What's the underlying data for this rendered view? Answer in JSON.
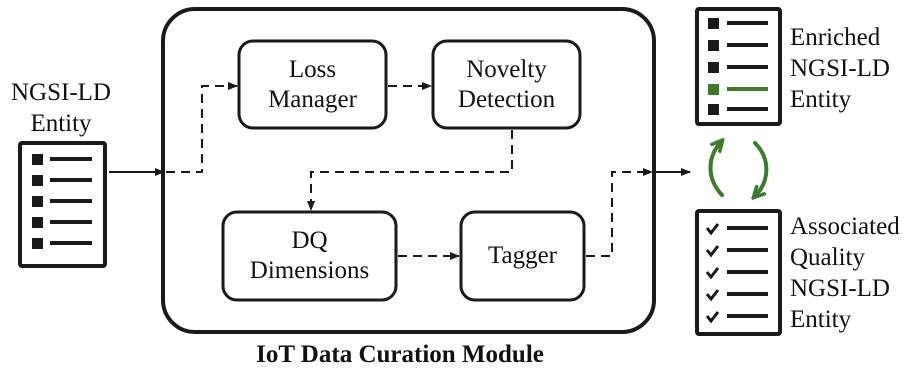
{
  "input": {
    "line1": "NGSI-LD",
    "line2": "Entity"
  },
  "module": {
    "caption": "IoT Data Curation Module",
    "boxes": {
      "loss_manager": {
        "line1": "Loss",
        "line2": "Manager"
      },
      "novelty_detection": {
        "line1": "Novelty",
        "line2": "Detection"
      },
      "dq_dimensions": {
        "line1": "DQ",
        "line2": "Dimensions"
      },
      "tagger": {
        "line1": "Tagger"
      }
    }
  },
  "outputs": {
    "enriched": {
      "line1": "Enriched",
      "line2": "NGSI-LD",
      "line3": "Entity"
    },
    "associated": {
      "line1": "Associated",
      "line2": "Quality",
      "line3": "NGSI-LD",
      "line4": "Entity"
    }
  },
  "colors": {
    "stroke": "#1a1a1a",
    "accent": "#3d7a2b"
  },
  "icons": {
    "input_document": "bulleted-list-document-icon",
    "enriched_document": "bulleted-list-document-icon",
    "associated_document": "checklist-document-icon",
    "cycle": "bidirectional-green-arrows-icon"
  }
}
